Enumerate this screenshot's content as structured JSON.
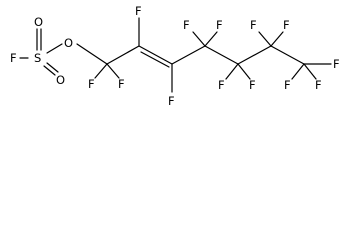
{
  "molecule": {
    "atoms": [
      {
        "id": "F_S",
        "label": "F"
      },
      {
        "id": "S",
        "label": "S"
      },
      {
        "id": "O_up",
        "label": "O"
      },
      {
        "id": "O_dn",
        "label": "O"
      },
      {
        "id": "O_br",
        "label": "O"
      },
      {
        "id": "F_c1a",
        "label": "F"
      },
      {
        "id": "F_c1b",
        "label": "F"
      },
      {
        "id": "F_c2",
        "label": "F"
      },
      {
        "id": "F_c3",
        "label": "F"
      },
      {
        "id": "F_c4a",
        "label": "F"
      },
      {
        "id": "F_c4b",
        "label": "F"
      },
      {
        "id": "F_c5a",
        "label": "F"
      },
      {
        "id": "F_c5b",
        "label": "F"
      },
      {
        "id": "F_c6a",
        "label": "F"
      },
      {
        "id": "F_c6b",
        "label": "F"
      },
      {
        "id": "F_c7a",
        "label": "F"
      },
      {
        "id": "F_c7b",
        "label": "F"
      },
      {
        "id": "F_c7c",
        "label": "F"
      }
    ]
  }
}
